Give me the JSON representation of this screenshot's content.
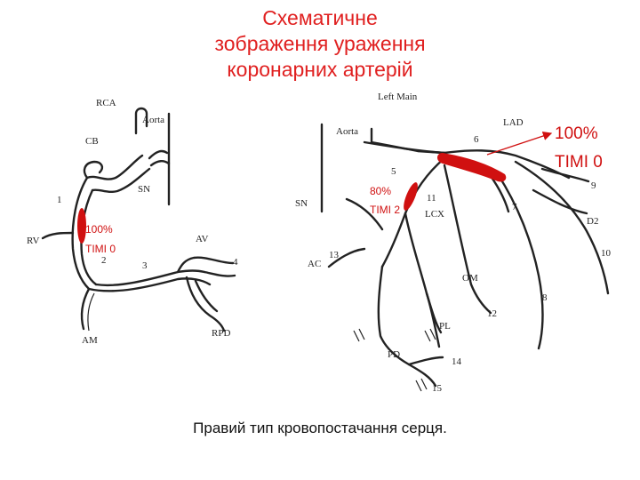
{
  "title": {
    "line1": "Схематичне",
    "line2": "зображення ураження",
    "line3": "коронарних артерій"
  },
  "caption": "Правий тип кровопостачання серця.",
  "colors": {
    "accent": "#d01010",
    "vessel": "#222222"
  },
  "right_coronary": {
    "labels": {
      "rca": "RCA",
      "aorta": "Aorta",
      "cb": "CB",
      "sn": "SN",
      "rv": "RV",
      "av": "AV",
      "am": "AM",
      "rpd": "RPD",
      "seg1": "1",
      "seg2": "2",
      "seg3": "3",
      "seg4": "4"
    },
    "lesion": {
      "percent": "100%",
      "timi": "TIMI 0"
    }
  },
  "left_coronary": {
    "labels": {
      "left_main": "Left Main",
      "aorta": "Aorta",
      "lad": "LAD",
      "sn": "SN",
      "ac": "AC",
      "lcx": "LCX",
      "om": "OM",
      "pl": "PL",
      "pd": "PD",
      "d2": "D2",
      "seg5": "5",
      "seg6": "6",
      "seg7": "7",
      "seg8": "8",
      "seg9": "9",
      "seg10": "10",
      "seg11": "11",
      "seg12": "12",
      "seg13": "13",
      "seg14": "14",
      "seg15": "15"
    },
    "lesion_lad": {
      "percent": "100%",
      "timi": "TIMI 0"
    },
    "lesion_lcx": {
      "percent": "80%",
      "timi": "TIMI 2"
    }
  }
}
